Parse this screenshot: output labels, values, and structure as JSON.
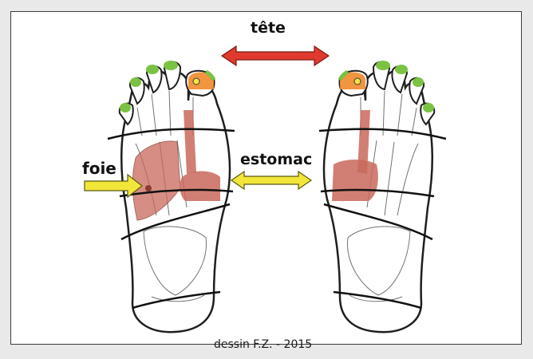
{
  "labels": {
    "head": "tête",
    "stomach": "estomac",
    "liver": "foie",
    "credit": "dessin F.Z. - 2015"
  },
  "colors": {
    "toe_tips": "#7cc242",
    "head_zone": "#f08a2b",
    "organ_zone": "#c9695c",
    "head_arrow": "#e03a2e",
    "stomach_arrow": "#f2e63a",
    "liver_arrow": "#f2e63a"
  },
  "icons": {
    "head_arrow": "double-arrow-icon",
    "stomach_arrow": "double-arrow-icon",
    "liver_arrow": "right-arrow-icon"
  }
}
